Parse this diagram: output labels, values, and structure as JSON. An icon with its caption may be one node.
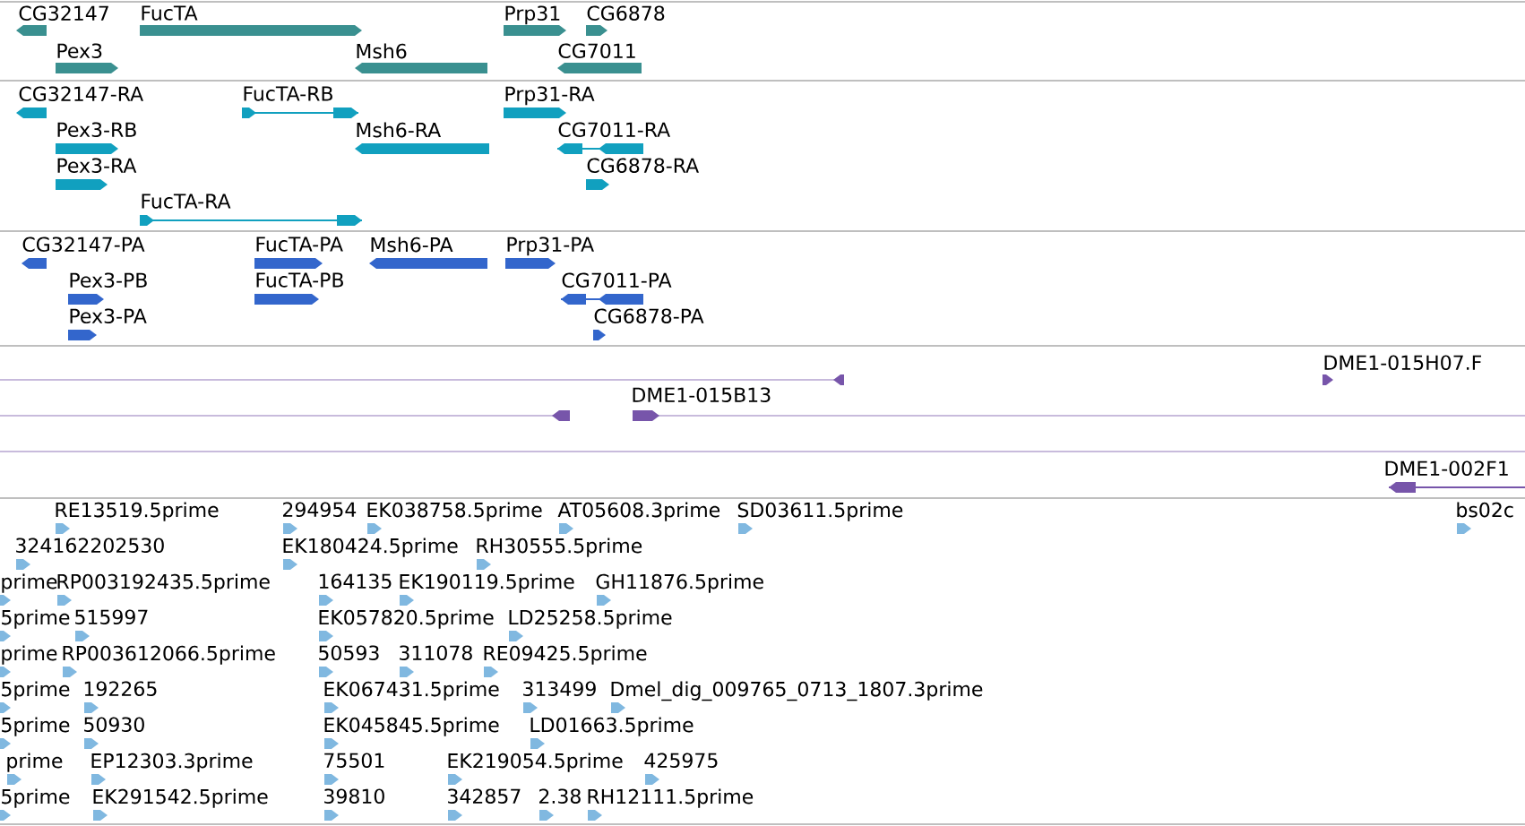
{
  "diagram": {
    "labels": [
      "CG32147",
      "FucTA",
      "Prp31",
      "CG6878",
      "Pex3",
      "Msh6",
      "CG7011",
      "CG32147-RA",
      "FucTA-RB",
      "Prp31-RA",
      "Pex3-RB",
      "Msh6-RA",
      "CG7011-RA",
      "Pex3-RA",
      "CG6878-RA",
      "FucTA-RA",
      "CG32147-PA",
      "FucTA-PA",
      "Msh6-PA",
      "Prp31-PA",
      "Pex3-PB",
      "FucTA-PB",
      "CG7011-PA",
      "Pex3-PA",
      "CG6878-PA",
      "DME1-015H07.F",
      "DME1-015B13",
      "DME1-002F1",
      "RE13519.5prime",
      "294954",
      "EK038758.5prime",
      "AT05608.3prime",
      "SD03611.5prime",
      "bs02c",
      "324162202530",
      "EK180424.5prime",
      "RH30555.5prime",
      "prime",
      "RP003192435.5prime",
      "164135",
      "EK190119.5prime",
      "GH11876.5prime",
      "5prime",
      "515997",
      "EK057820.5prime",
      "LD25258.5prime",
      "prime",
      "RP003612066.5prime",
      "50593",
      "311078",
      "RE09425.5prime",
      "5prime",
      "192265",
      "EK067431.5prime",
      "313499",
      "Dmel_dig_009765_0713_1807.3prime",
      "5prime",
      "50930",
      "EK045845.5prime",
      "LD01663.5prime",
      "prime",
      "EP12303.3prime",
      "75501",
      "EK219054.5prime",
      "425975",
      "5prime",
      "EK291542.5prime",
      "39810",
      "342857",
      "2.38",
      "RH12111.5prime"
    ]
  }
}
